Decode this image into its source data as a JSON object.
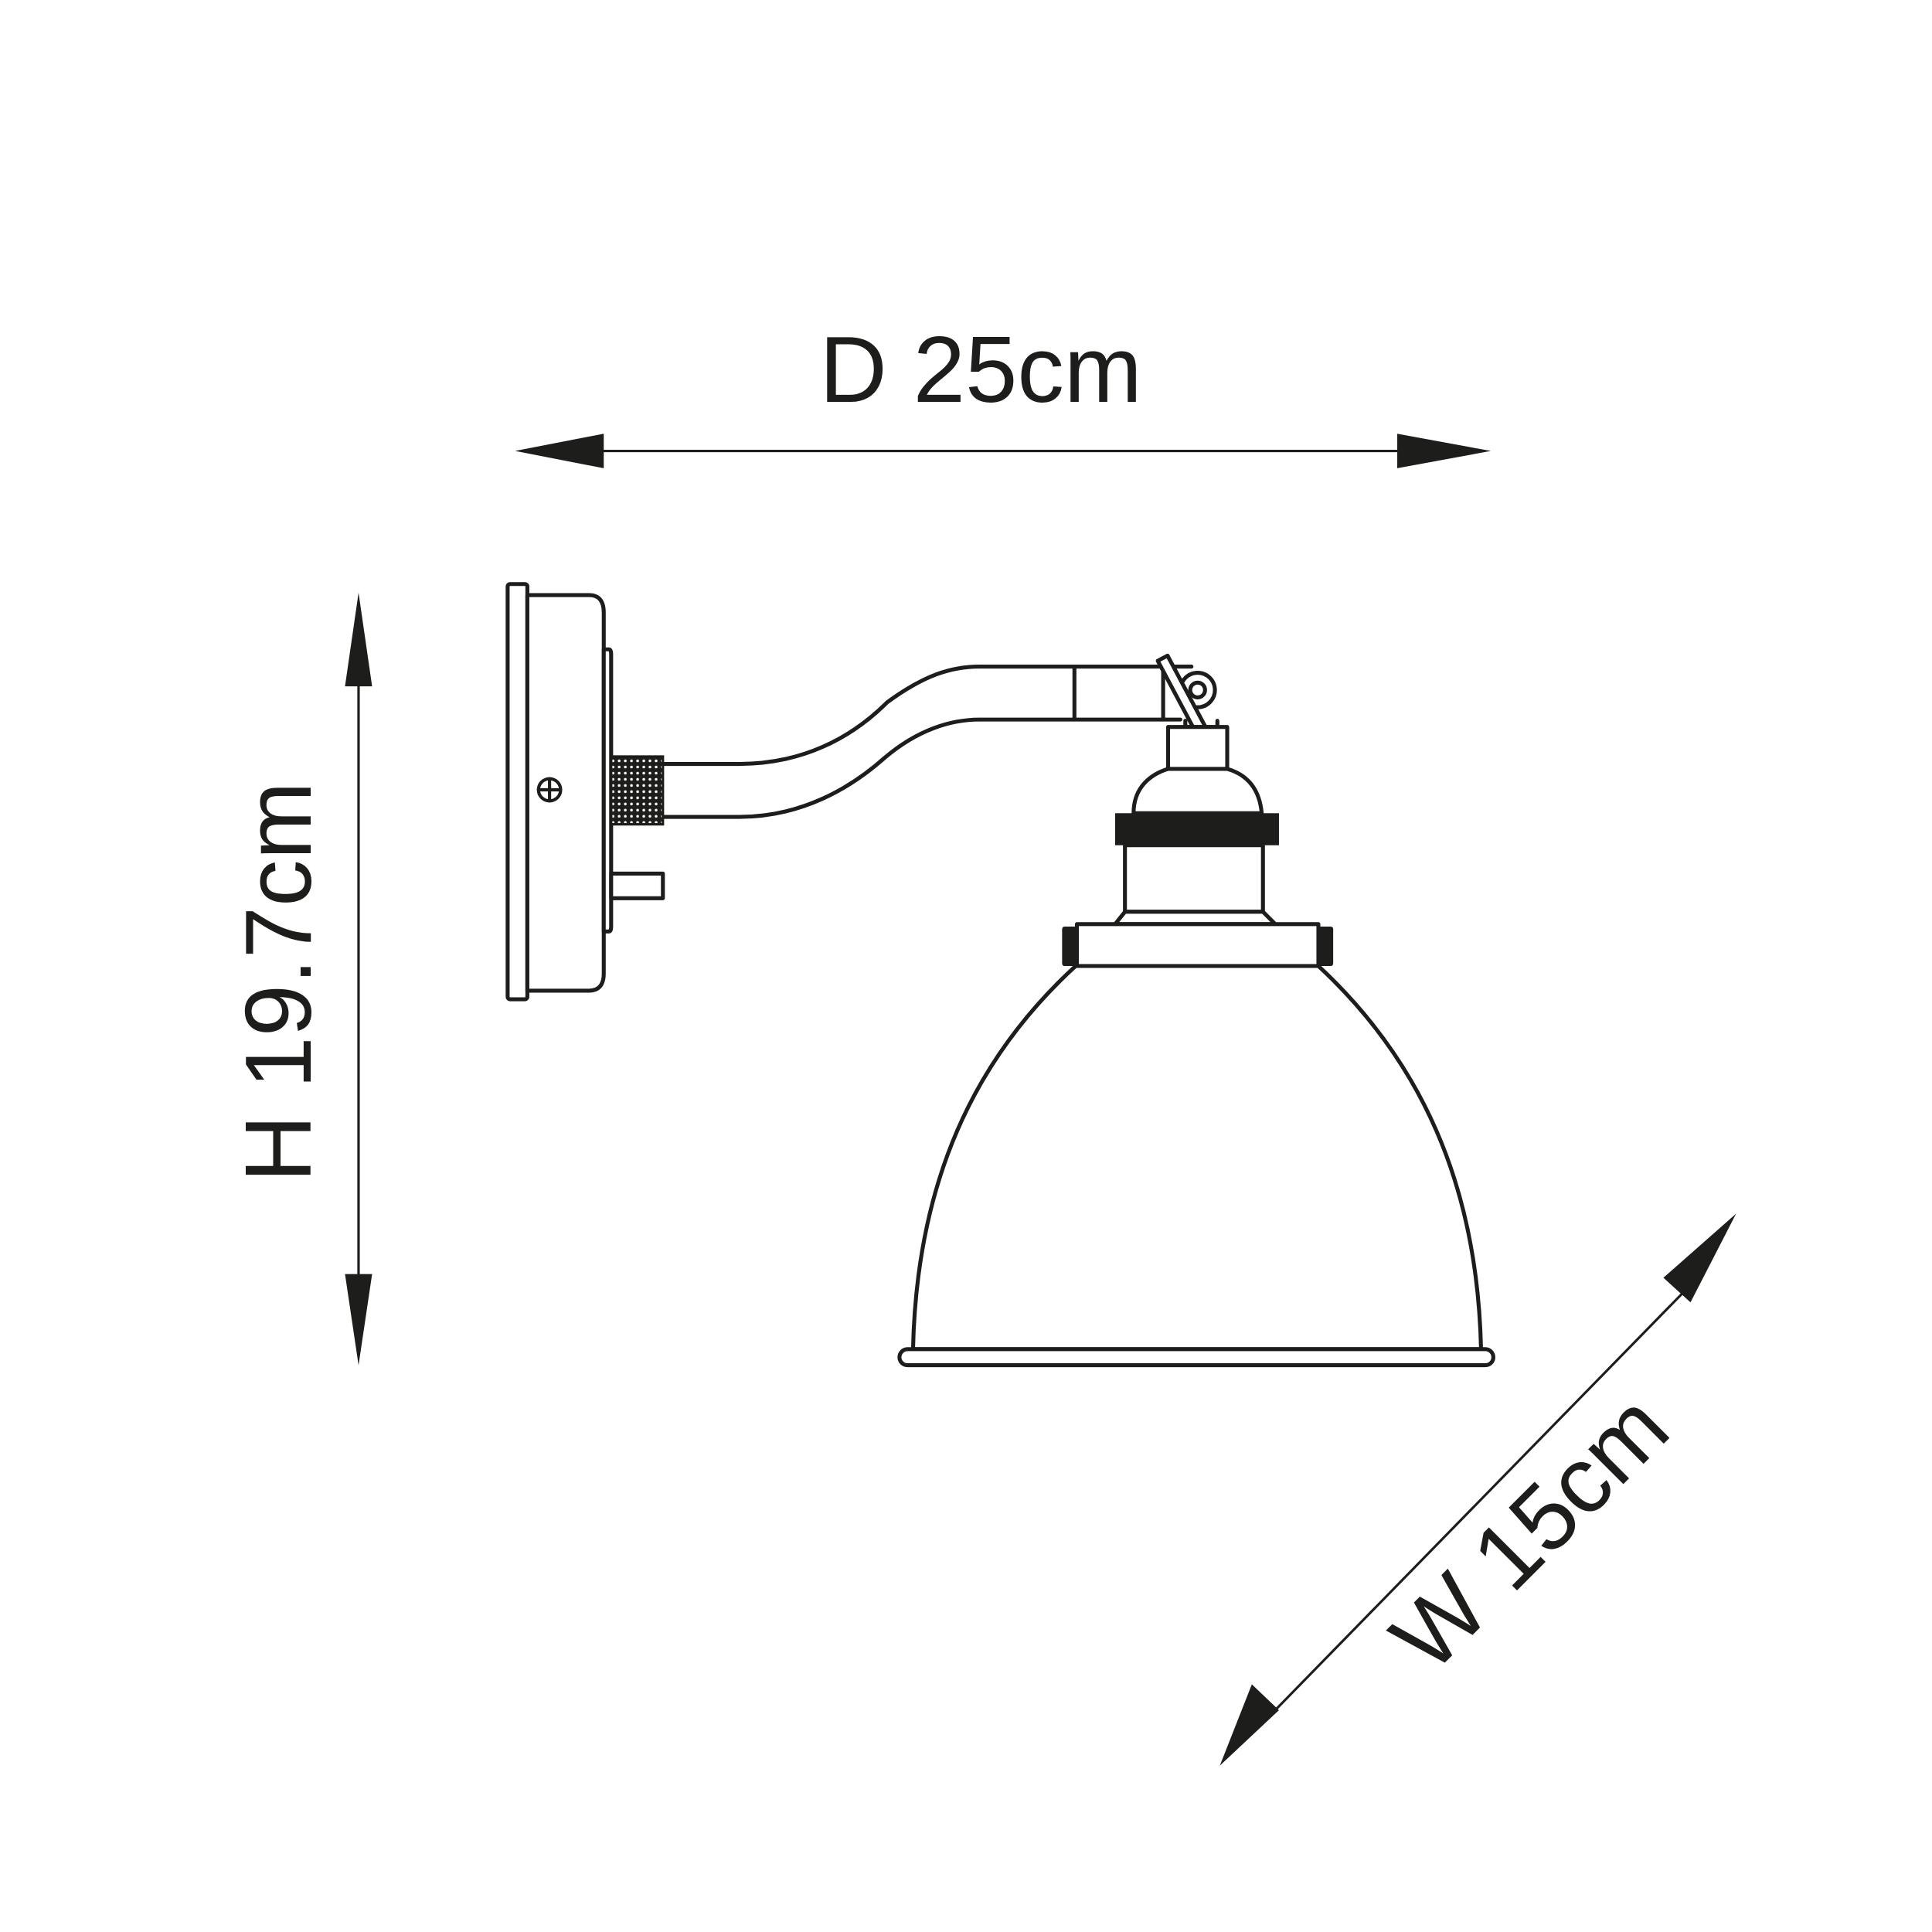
{
  "diagram": {
    "type": "product-dimension-drawing",
    "subject": "wall light with dome shade (side elevation)",
    "line_color": "#1d1d1b",
    "background": "#ffffff",
    "dimensions": {
      "depth": {
        "label": "D 25cm",
        "orientation": "horizontal"
      },
      "height": {
        "label": "H 19.7cm",
        "orientation": "vertical"
      },
      "width": {
        "label": "W 15cm",
        "orientation": "diagonal"
      }
    },
    "parts": [
      "wall-backplate",
      "mounting-screw",
      "knurled-collar",
      "curved-arm",
      "arm-sleeve",
      "pivot-knuckle",
      "lamp-holder-cap",
      "lamp-holder-ring",
      "lamp-holder-body",
      "shade-gallery",
      "dome-shade",
      "shade-rim"
    ]
  }
}
